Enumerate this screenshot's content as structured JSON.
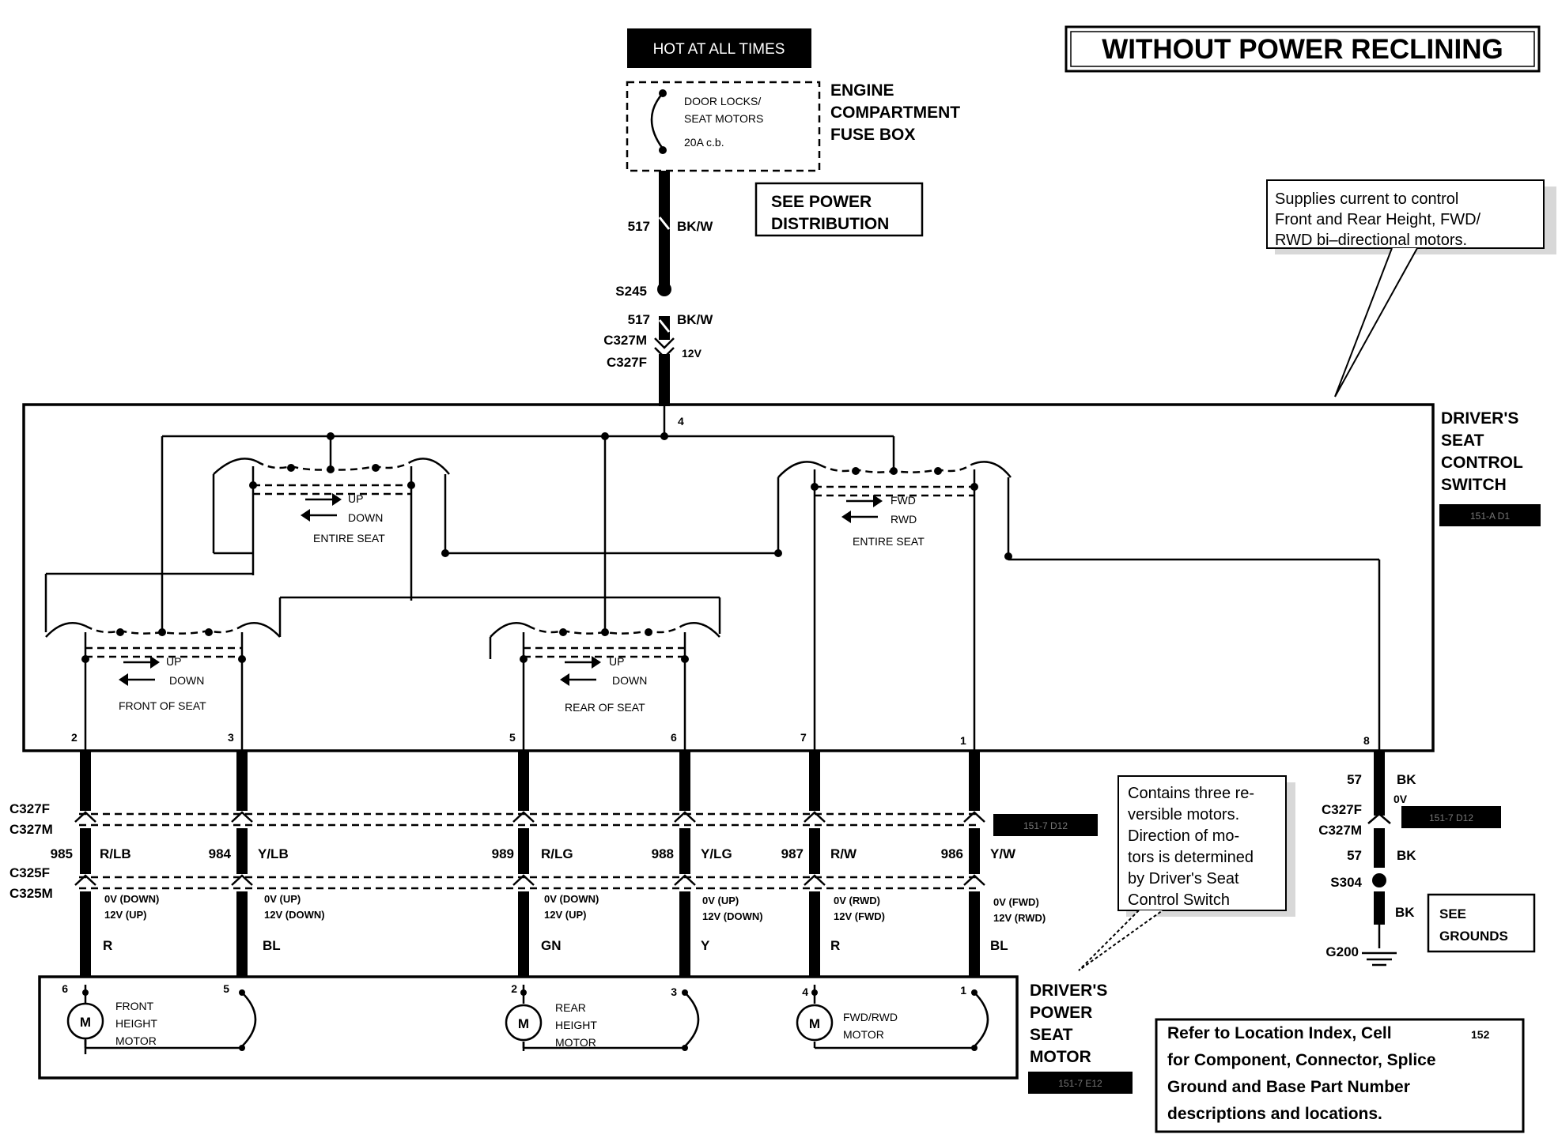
{
  "title": "WITHOUT POWER RECLINING",
  "hot_label": "HOT AT ALL TIMES",
  "fuse_box": {
    "cb_line1": "DOOR LOCKS/",
    "cb_line2": "SEAT MOTORS",
    "cb_line3": "20A c.b.",
    "name_line1": "ENGINE",
    "name_line2": "COMPARTMENT",
    "name_line3": "FUSE BOX"
  },
  "see_power": {
    "line1": "SEE POWER",
    "line2": "DISTRIBUTION"
  },
  "feed": {
    "circuit": "517",
    "color": "BK/W",
    "splice": "S245",
    "circuit2": "517",
    "color2": "BK/W",
    "conn_m": "C327M",
    "conn_f": "C327F",
    "voltage": "12V"
  },
  "note_top": {
    "line1": "Supplies   current   to   control",
    "line2": "Front  and  Rear  Height,  FWD/",
    "line3": "RWD bi–directional motors."
  },
  "switch": {
    "name_line1": "DRIVER'S",
    "name_line2": "SEAT",
    "name_line3": "CONTROL",
    "name_line4": "SWITCH",
    "ref": "151-A D1",
    "pin_top": "4",
    "entire_seat_updown": {
      "up": "UP",
      "down": "DOWN",
      "label": "ENTIRE SEAT"
    },
    "entire_seat_fwdrwd": {
      "fwd": "FWD",
      "rwd": "RWD",
      "label": "ENTIRE SEAT"
    },
    "front_of_seat": {
      "up": "UP",
      "down": "DOWN",
      "label": "FRONT OF SEAT"
    },
    "rear_of_seat": {
      "up": "UP",
      "down": "DOWN",
      "label": "REAR OF SEAT"
    }
  },
  "pins": [
    "2",
    "3",
    "5",
    "6",
    "7",
    "1",
    "8"
  ],
  "connectors": {
    "c327f": "C327F",
    "c327m": "C327M",
    "c325f": "C325F",
    "c325m": "C325M",
    "ref_upper": "151-7 D12",
    "ref_ground": "151-7 D12"
  },
  "wires": [
    {
      "circuit": "985",
      "color": "R/LB",
      "v1": "0V (DOWN)",
      "v2": "12V (UP)",
      "pigtail": "R"
    },
    {
      "circuit": "984",
      "color": "Y/LB",
      "v1": "0V (UP)",
      "v2": "12V (DOWN)",
      "pigtail": "BL"
    },
    {
      "circuit": "989",
      "color": "R/LG",
      "v1": "0V (DOWN)",
      "v2": "12V (UP)",
      "pigtail": "GN"
    },
    {
      "circuit": "988",
      "color": "Y/LG",
      "v1": "0V (UP)",
      "v2": "12V (DOWN)",
      "pigtail": "Y"
    },
    {
      "circuit": "987",
      "color": "R/W",
      "v1": "0V (RWD)",
      "v2": "12V (FWD)",
      "pigtail": "R"
    },
    {
      "circuit": "986",
      "color": "Y/W",
      "v1": "0V (FWD)",
      "v2": "12V (RWD)",
      "pigtail": "BL"
    }
  ],
  "ground": {
    "circuit": "57",
    "color": "BK",
    "voltage": "0V",
    "conn_f": "C327F",
    "conn_m": "C327M",
    "circuit2": "57",
    "color2": "BK",
    "splice": "S304",
    "color3": "BK",
    "ground_point": "G200",
    "see_line1": "SEE",
    "see_line2": "GROUNDS"
  },
  "note_motors": {
    "line1": "Contains three re-",
    "line2": "versible    motors.",
    "line3": "Direction  of  mo-",
    "line4": "tors is determined",
    "line5": "by  Driver's  Seat",
    "line6": "Control Switch"
  },
  "motor_assembly": {
    "name_line1": "DRIVER'S",
    "name_line2": "POWER",
    "name_line3": "SEAT",
    "name_line4": "MOTOR",
    "ref": "151-7 E12",
    "m_symbol": "M",
    "front": {
      "line1": "FRONT",
      "line2": "HEIGHT",
      "line3": "MOTOR",
      "pin_a": "6",
      "pin_b": "5"
    },
    "rear": {
      "line1": "REAR",
      "line2": "HEIGHT",
      "line3": "MOTOR",
      "pin_a": "2",
      "pin_b": "3"
    },
    "fwdrwd": {
      "line1": "FWD/RWD",
      "line2": "MOTOR",
      "pin_a": "4",
      "pin_b": "1"
    }
  },
  "refer": {
    "line1": "Refer to Location Index, Cell",
    "cell": "152",
    "line2": "for Component, Connector, Splice",
    "line3": "Ground and Base Part Number",
    "line4": "descriptions and locations."
  }
}
